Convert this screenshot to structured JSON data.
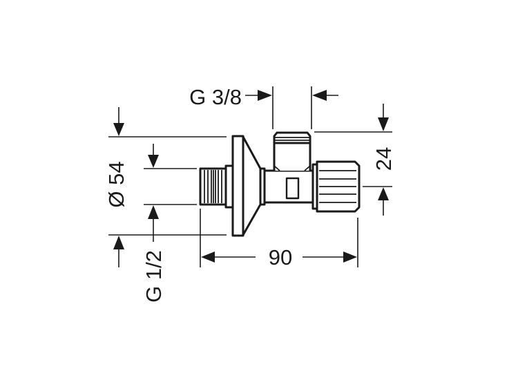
{
  "drawing": {
    "title": "Angle valve dimension drawing",
    "dimensions": {
      "outlet_thread": "G 3/8",
      "height": "24",
      "rosette_diameter": "Ø 54",
      "inlet_thread": "G 1/2",
      "length": "90"
    }
  }
}
